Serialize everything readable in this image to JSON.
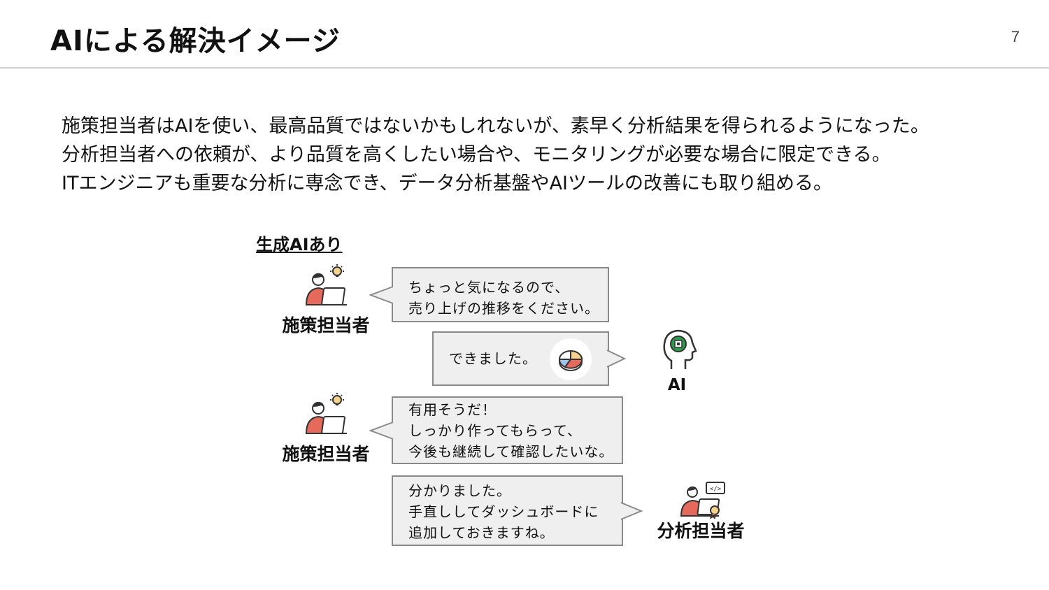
{
  "header": {
    "title": "AIによる解決イメージ",
    "page_number": "7"
  },
  "summary": {
    "lines": [
      "施策担当者はAIを使い、最高品質ではないかもしれないが、素早く分析結果を得られるようになった。",
      "分析担当者への依頼が、より品質を高くしたい場合や、モニタリングが必要な場合に限定できる。",
      "ITエンジニアも重要な分析に専念でき、データ分析基盤やAIツールの改善にも取り組める。"
    ]
  },
  "diagram": {
    "section_label": "生成AIあり",
    "personas": {
      "planner_1": {
        "name": "施策担当者",
        "icon": "person-laptop-lightbulb-icon"
      },
      "ai": {
        "name": "AI",
        "icon": "ai-head-chip-icon"
      },
      "planner_2": {
        "name": "施策担当者",
        "icon": "person-laptop-lightbulb-icon"
      },
      "analyst": {
        "name": "分析担当者",
        "icon": "person-code-badge-icon"
      }
    },
    "messages": [
      {
        "lines": [
          "ちょっと気になるので、",
          "売り上げの推移をください。"
        ]
      },
      {
        "lines": [
          "できました。"
        ],
        "attachment_icon": "pie-chart-icon"
      },
      {
        "lines": [
          "有用そうだ！",
          "しっかり作ってもらって、",
          "今後も継続して確認したいな。"
        ]
      },
      {
        "lines": [
          "分かりました。",
          "手直ししてダッシュボードに",
          "追加しておきますね。"
        ]
      }
    ]
  }
}
